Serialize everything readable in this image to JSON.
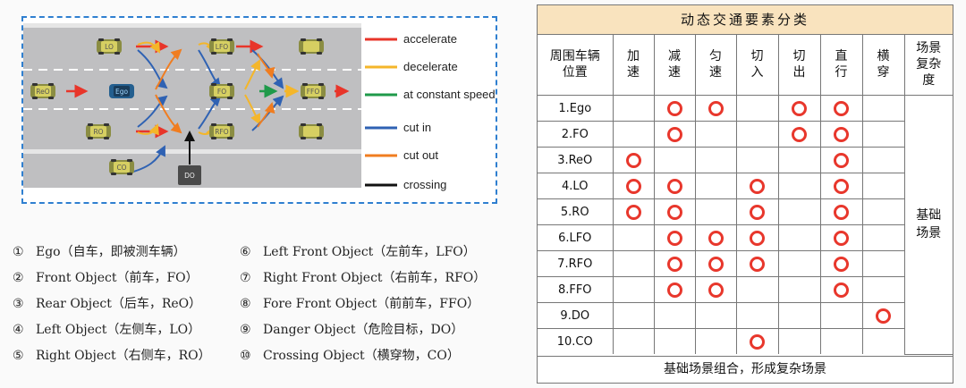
{
  "diagram": {
    "cars": [
      {
        "id": "ego",
        "label": "Ego"
      },
      {
        "id": "fo",
        "label": "FO"
      },
      {
        "id": "reo",
        "label": "ReO"
      },
      {
        "id": "lo",
        "label": "LO"
      },
      {
        "id": "ro",
        "label": "RO"
      },
      {
        "id": "lfo",
        "label": "LFO"
      },
      {
        "id": "rfo",
        "label": "RFO"
      },
      {
        "id": "ffo",
        "label": "FFO"
      },
      {
        "id": "co",
        "label": "CO"
      },
      {
        "id": "do",
        "label": "DO"
      }
    ],
    "legend": [
      {
        "label": "accelerate",
        "color": "#e8352a"
      },
      {
        "label": "decelerate",
        "color": "#f4b62a"
      },
      {
        "label": "at constant speed",
        "color": "#1f9a4a"
      },
      {
        "label": "cut in",
        "color": "#2f62b3"
      },
      {
        "label": "cut out",
        "color": "#f07d20"
      },
      {
        "label": "crossing",
        "color": "#111111"
      }
    ]
  },
  "objects": [
    {
      "num": "①",
      "text": "Ego（自车，即被测车辆）"
    },
    {
      "num": "②",
      "text": "Front Object（前车，FO）"
    },
    {
      "num": "③",
      "text": "Rear Object（后车，ReO）"
    },
    {
      "num": "④",
      "text": "Left Object（左侧车，LO）"
    },
    {
      "num": "⑤",
      "text": "Right Object（右侧车，RO）"
    },
    {
      "num": "⑥",
      "text": "Left Front Object（左前车，LFO）"
    },
    {
      "num": "⑦",
      "text": "Right Front Object（右前车，RFO）"
    },
    {
      "num": "⑧",
      "text": "Fore Front Object（前前车，FFO）"
    },
    {
      "num": "⑨",
      "text": "Danger Object（危险目标，DO）"
    },
    {
      "num": "⑩",
      "text": "Crossing Object（横穿物，CO）"
    }
  ],
  "table": {
    "title": "动态交通要素分类",
    "headers": [
      "周围车辆位置",
      "加速",
      "减速",
      "匀速",
      "切入",
      "切出",
      "直行",
      "横穿",
      "场景复杂度"
    ],
    "rows": [
      {
        "label": "1.Ego",
        "marks": [
          false,
          true,
          true,
          false,
          true,
          true,
          false
        ]
      },
      {
        "label": "2.FO",
        "marks": [
          false,
          true,
          false,
          false,
          true,
          true,
          false
        ]
      },
      {
        "label": "3.ReO",
        "marks": [
          true,
          false,
          false,
          false,
          false,
          true,
          false
        ]
      },
      {
        "label": "4.LO",
        "marks": [
          true,
          true,
          false,
          true,
          false,
          true,
          false
        ]
      },
      {
        "label": "5.RO",
        "marks": [
          true,
          true,
          false,
          true,
          false,
          true,
          false
        ]
      },
      {
        "label": "6.LFO",
        "marks": [
          false,
          true,
          true,
          true,
          false,
          true,
          false
        ]
      },
      {
        "label": "7.RFO",
        "marks": [
          false,
          true,
          true,
          true,
          false,
          true,
          false
        ]
      },
      {
        "label": "8.FFO",
        "marks": [
          false,
          true,
          true,
          false,
          false,
          true,
          false
        ]
      },
      {
        "label": "9.DO",
        "marks": [
          false,
          false,
          false,
          false,
          false,
          false,
          true
        ]
      },
      {
        "label": "10.CO",
        "marks": [
          false,
          false,
          false,
          true,
          false,
          false,
          false
        ]
      }
    ],
    "complexity": "基础场景",
    "footer": "基础场景组合，形成复杂场景"
  }
}
